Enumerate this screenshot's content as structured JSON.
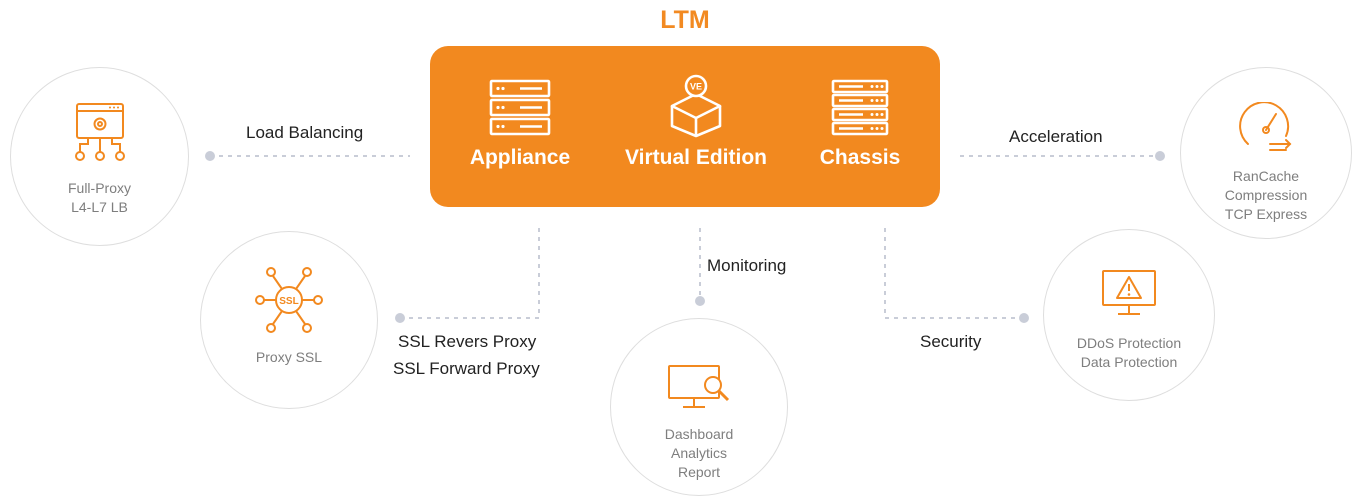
{
  "title": "LTM",
  "platforms": [
    {
      "label": "Appliance",
      "icon": "server-rack-icon"
    },
    {
      "label": "Virtual Edition",
      "icon": "ve-cube-icon",
      "icon_text": "VE"
    },
    {
      "label": "Chassis",
      "icon": "chassis-icon"
    }
  ],
  "features": {
    "full_proxy": {
      "lines": [
        "Full-Proxy",
        "L4-L7 LB"
      ],
      "icon": "load-balancer-icon"
    },
    "proxy_ssl": {
      "lines": [
        "Proxy SSL"
      ],
      "icon": "ssl-network-icon",
      "icon_text": "SSL"
    },
    "dashboard": {
      "lines": [
        "Dashboard",
        "Analytics",
        "Report"
      ],
      "icon": "monitor-search-icon"
    },
    "ddos": {
      "lines": [
        "DDoS Protection",
        "Data Protection"
      ],
      "icon": "monitor-warning-icon"
    },
    "ramcache": {
      "lines": [
        "RanCache",
        "Compression",
        "TCP Express"
      ],
      "icon": "speedometer-icon"
    }
  },
  "connections": {
    "load_balancing": "Load Balancing",
    "ssl_revers": "SSL Revers Proxy",
    "ssl_forward": "SSL Forward Proxy",
    "monitoring": "Monitoring",
    "security": "Security",
    "acceleration": "Acceleration"
  },
  "colors": {
    "accent": "#f2891f",
    "line": "#c9cdd8",
    "text": "#222222",
    "muted": "#7e7e7e"
  }
}
